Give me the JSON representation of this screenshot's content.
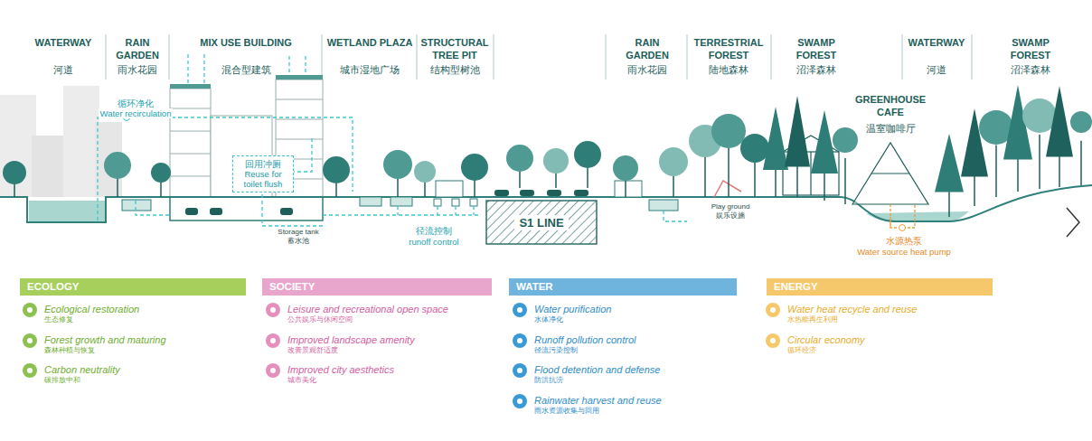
{
  "diagram": {
    "nodes": [
      {
        "text": [
          "回用冲厕",
          "Reuse for toilet flush"
        ]
      },
      {
        "text": [
          "S1 LINE"
        ]
      },
      {
        "text": [
          "ECOLOGY"
        ]
      },
      {
        "text": [
          "SOCIETY"
        ]
      },
      {
        "text": [
          "WATER"
        ]
      },
      {
        "text": [
          "ENERGY"
        ]
      }
    ],
    "labels": [
      "WATERWAY",
      "河道",
      "RAIN GARDEN",
      "雨水花园",
      "MIX USE BUILDING",
      "混合型建筑",
      "WETLAND PLAZA",
      "城市湿地广场",
      "STRUCTURAL TREE PIT",
      "结构型树池",
      "RAIN GARDEN",
      "雨水花园",
      "TERRESTRIAL FOREST",
      "陆地森林",
      "SWAMP FOREST",
      "沼泽森林",
      "WATERWAY",
      "河道",
      "SWAMP FOREST",
      "沼泽森林",
      "GREENHOUSE CAFE",
      "温室咖啡厅",
      "循环净化",
      "Water recirculation",
      "Storage tank",
      "蓄水池",
      "径流控制",
      "runoff control",
      "Play ground",
      "娱乐设施",
      "水源热泵",
      "Water source heat pump",
      "Ecological restoration",
      "生态修复",
      "Forest growth and maturing",
      "森林种植与恢复",
      "Carbon neutrality",
      "碳排放中和",
      "Leisure and recreational open space",
      "公共娱乐与休闲空间",
      "Improved landscape amenity",
      "改善景观舒适度",
      "Improved city aesthetics",
      "城市美化",
      "Water purification",
      "水体净化",
      "Runoff pollution control",
      "径流污染控制",
      "Flood detention and defense",
      "防洪抗涝",
      "Rainwater harvest and reuse",
      "雨水资源收集与回用",
      "Water heat recycle and reuse",
      "水热能再生利用",
      "Circular economy",
      "循环经济"
    ]
  }
}
